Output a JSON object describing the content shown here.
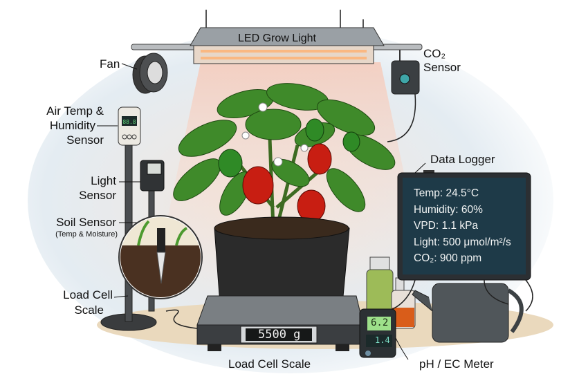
{
  "labels": {
    "led_grow_light": "LED Grow Light",
    "fan": "Fan",
    "co2_sensor_line1": "CO₂",
    "co2_sensor_line2": "Sensor",
    "air_temp_line1": "Air Temp &",
    "air_temp_line2": "Humidity",
    "air_temp_line3": "Sensor",
    "light_sensor_line1": "Light",
    "light_sensor_line2": "Sensor",
    "soil_sensor": "Soil Sensor",
    "soil_sensor_sub": "(Temp & Moisture)",
    "load_cell_left_line1": "Load Cell",
    "load_cell_left_line2": "Scale",
    "load_cell_bottom": "Load Cell Scale",
    "data_logger": "Data Logger",
    "ph_ec_meter": "pH / EC Meter"
  },
  "data_logger": {
    "readings": [
      "Temp:  24.5°C",
      "Humidity: 60%",
      "VPD:  1.1 kPa",
      "Light: 500 μmol/m²/s",
      "CO₂: 900 ppm"
    ]
  },
  "scale_display": "5500 g",
  "meter": {
    "ph": "6.2",
    "ec": "1.4"
  },
  "colors": {
    "logger_screen": "#1e3a48",
    "pot": "#2b2b2b",
    "pepper": "#c81e12",
    "leaf": "#3f8a2a"
  }
}
